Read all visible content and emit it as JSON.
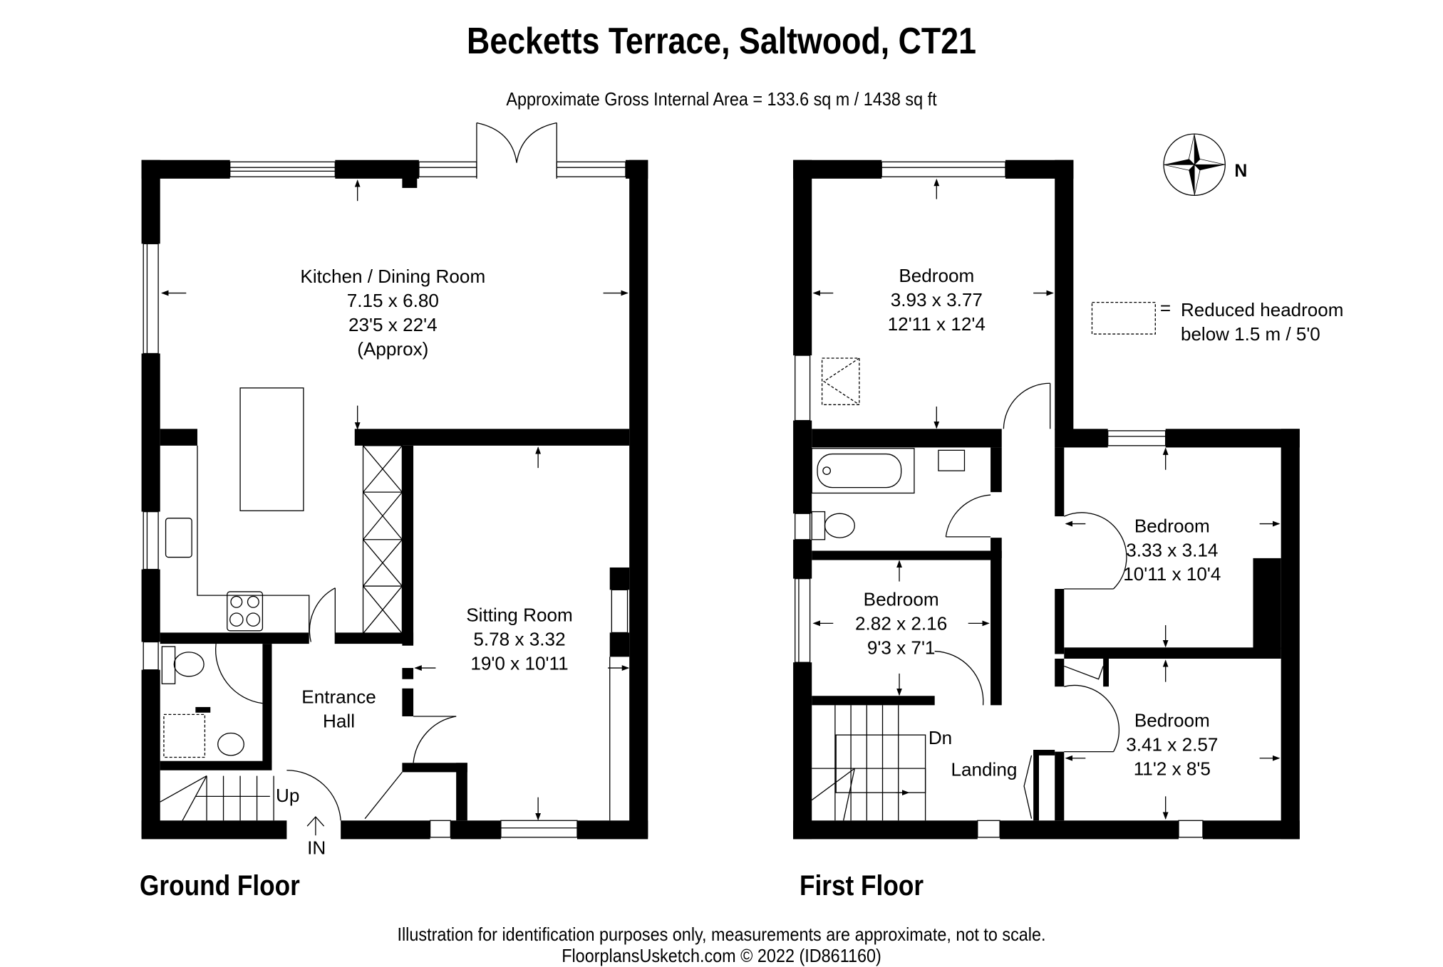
{
  "header": {
    "title": "Becketts Terrace, Saltwood, CT21",
    "area": "Approximate Gross Internal Area = 133.6 sq m / 1438 sq ft"
  },
  "compass": {
    "icon": "compass-rose-icon",
    "label": "N"
  },
  "legend": {
    "symbol": "dashed-rectangle",
    "equals": "=",
    "line1": "Reduced headroom",
    "line2": "below 1.5 m / 5'0"
  },
  "ground_floor": {
    "label": "Ground Floor",
    "rooms": [
      {
        "name": "Kitchen / Dining Room",
        "metric": "7.15 x 6.80",
        "imperial": "23'5 x 22'4",
        "note": "(Approx)"
      },
      {
        "name": "Sitting Room",
        "metric": "5.78 x 3.32",
        "imperial": "19'0 x 10'11"
      },
      {
        "name": "Entrance",
        "name2": "Hall"
      }
    ],
    "stairs_label": "Up",
    "entry_label": "IN"
  },
  "first_floor": {
    "label": "First Floor",
    "rooms": [
      {
        "name": "Bedroom",
        "metric": "3.93 x 3.77",
        "imperial": "12'11 x 12'4"
      },
      {
        "name": "Bedroom",
        "metric": "3.33 x 3.14",
        "imperial": "10'11 x 10'4"
      },
      {
        "name": "Bedroom",
        "metric": "2.82 x 2.16",
        "imperial": "9'3 x 7'1"
      },
      {
        "name": "Bedroom",
        "metric": "3.41 x 2.57",
        "imperial": "11'2 x 8'5"
      },
      {
        "name": "Landing"
      }
    ],
    "stairs_label": "Dn"
  },
  "footer": {
    "disclaimer": "Illustration for identification purposes only, measurements are approximate, not to scale.",
    "credit": "FloorplansUsketch.com © 2022 (ID861160)"
  }
}
